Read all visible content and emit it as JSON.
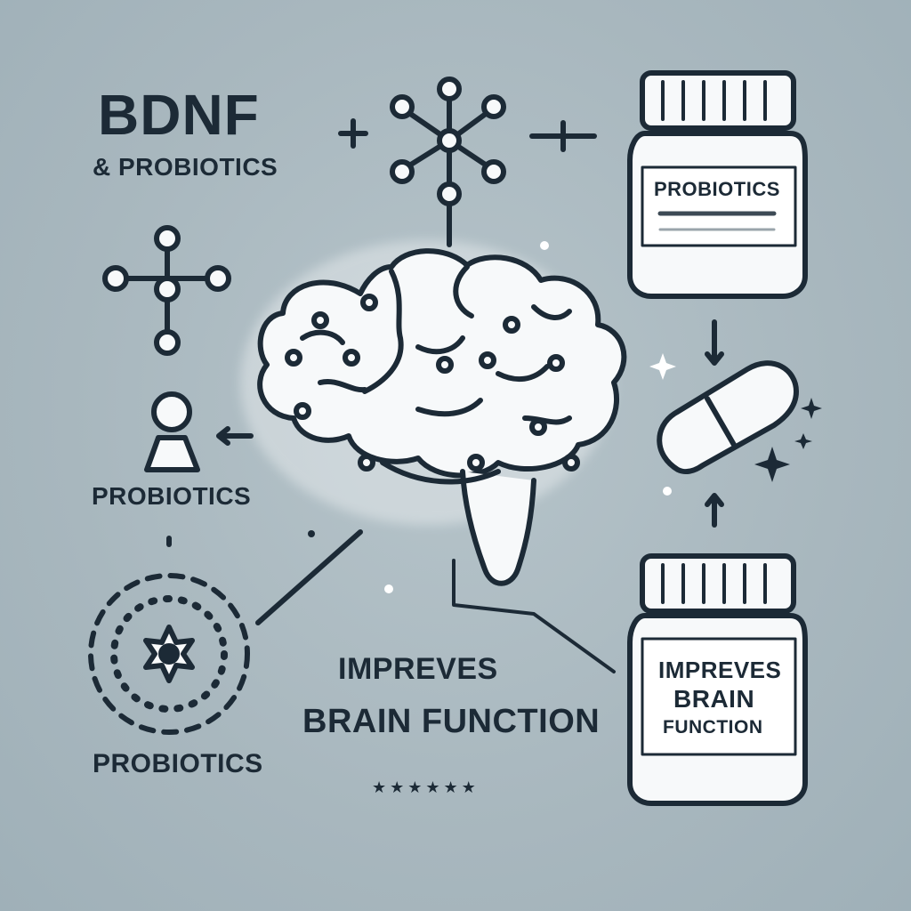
{
  "title": {
    "main": "BDNF",
    "sub": "& PROBIOTICS"
  },
  "labels": {
    "left_person": "PROBIOTICS",
    "left_circle": "PROBIOTICS",
    "center_line1": "IMPREVES",
    "center_line2": "BRAIN FUNCTION",
    "rating": "★★★★★★"
  },
  "jars": {
    "top_label": "PROBIOTICS",
    "bottom_line1": "IMPREVES",
    "bottom_line2": "BRAIN",
    "bottom_line3": "FUNCTION"
  },
  "colors": {
    "ink": "#1c2a36",
    "background": "#a9b8bf",
    "fill": "#f7f9fa"
  },
  "icons": [
    "molecule-icon",
    "brain-icon",
    "jar-icon",
    "capsule-icon",
    "person-icon",
    "sparkle-icon",
    "arrow-icon"
  ]
}
